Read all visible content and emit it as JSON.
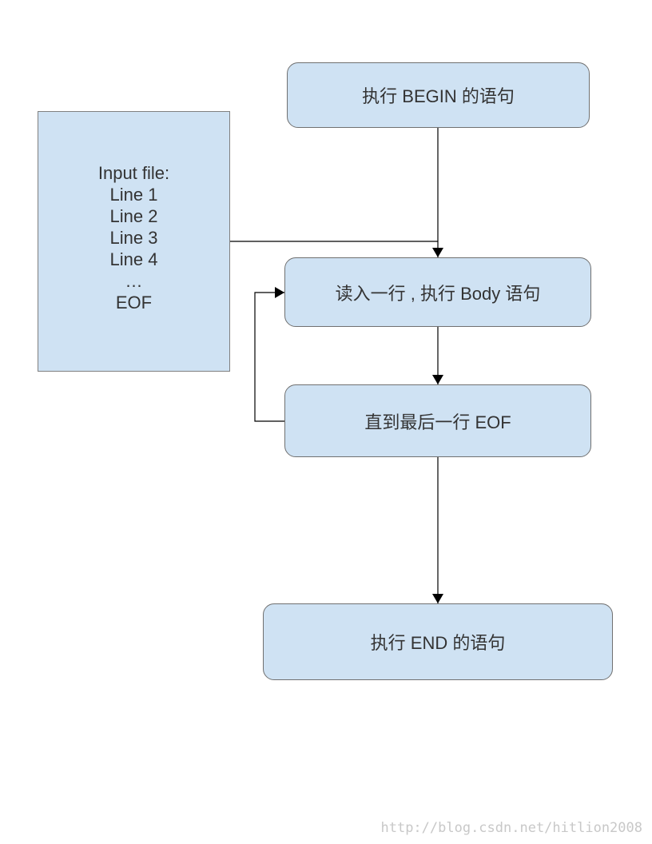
{
  "flowchart": {
    "begin_box": "执行 BEGIN 的语句",
    "read_box": "读入一行 , 执行 Body 语句",
    "until_box": "直到最后一行 EOF",
    "end_box": "执行 END 的语句"
  },
  "input_file": {
    "title": "Input file:",
    "lines": [
      "Line 1",
      "Line 2",
      "Line 3",
      "Line 4",
      "…",
      "EOF"
    ]
  },
  "watermark": "http://blog.csdn.net/hitlion2008",
  "colors": {
    "box_fill": "#cfe2f3",
    "box_border": "#707070",
    "arrow": "#000000",
    "text": "#333333",
    "watermark": "#c8c8c8"
  }
}
